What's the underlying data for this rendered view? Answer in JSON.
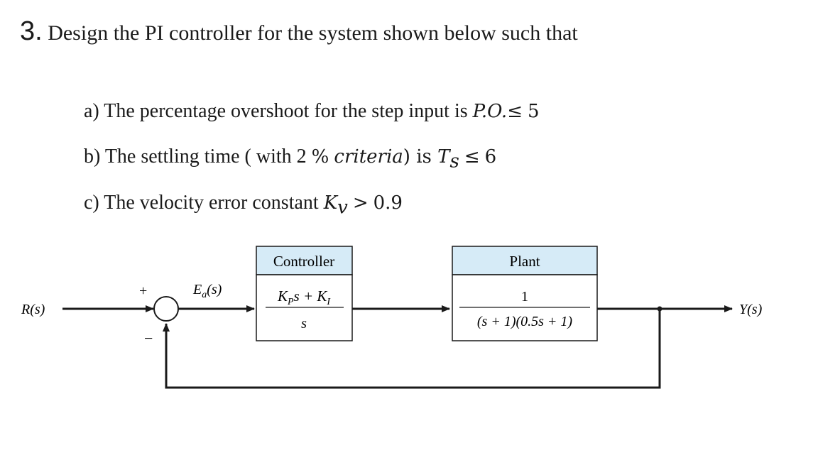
{
  "question": {
    "number": "3.",
    "text": "Design the PI controller for the system shown below such that"
  },
  "items": {
    "a": {
      "text": "a) The percentage overshoot for the step input is ",
      "math": "P.O.",
      "leq": "≤",
      "value": "5"
    },
    "b": {
      "text": "b) The settling time ( with 2 ",
      "pct": "%",
      "crit": "criteria",
      "close": ") is ",
      "sym": "T",
      "sub": "s",
      "leq": "≤",
      "value": "6"
    },
    "c": {
      "text": "c) The velocity error constant ",
      "sym": "K",
      "sub": "v",
      "gt": ">",
      "value": "0.9"
    }
  },
  "diagram": {
    "input": "R(s)",
    "output": "Y(s)",
    "plus": "+",
    "minus": "−",
    "error": {
      "main": "E",
      "sub": "a",
      "arg": "(s)"
    },
    "controller": {
      "header": "Controller",
      "num_k1": "K",
      "num_p": "P",
      "num_s": "s + ",
      "num_k2": "K",
      "num_i": "I",
      "den": "s"
    },
    "plant": {
      "header": "Plant",
      "num": "1",
      "den": "(s + 1)(0.5s + 1)"
    },
    "colors": {
      "header_fill": "#d6ebf7",
      "line": "#1a1a1a"
    }
  }
}
